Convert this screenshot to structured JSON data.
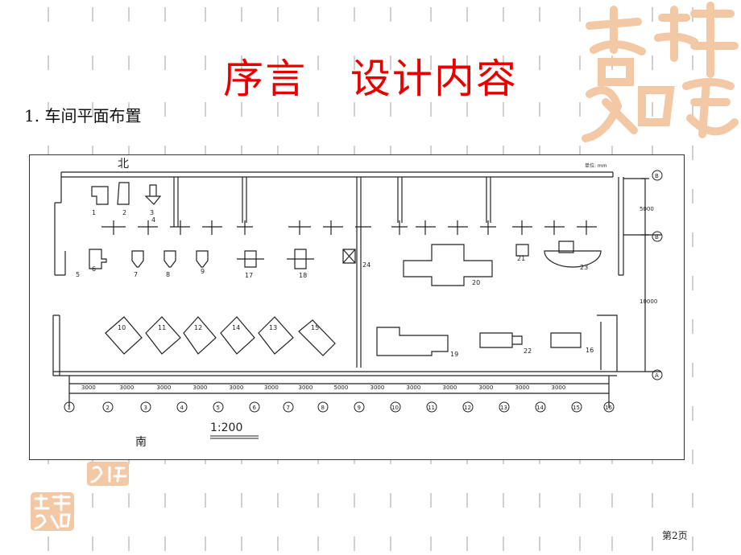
{
  "slide": {
    "title": "序言   设计内容",
    "subtitle": "1. 车间平面布置",
    "page_number": "第2页"
  },
  "colors": {
    "title": "#e60000",
    "seal": "#f2c9a4",
    "dash": "#d0d0d0"
  },
  "plan": {
    "north_label": "北",
    "south_label": "南",
    "scale": "1:200",
    "unit_note": "单位: mm",
    "bay_dims": [
      "3000",
      "3000",
      "3000",
      "3000",
      "3000",
      "3000",
      "3000",
      "5000",
      "3000",
      "3000",
      "3000",
      "3000",
      "3000",
      "3000"
    ],
    "axis_numbers": [
      "1",
      "2",
      "3",
      "4",
      "5",
      "6",
      "7",
      "8",
      "9",
      "10",
      "11",
      "12",
      "13",
      "14",
      "15",
      "16"
    ],
    "axis_letters": [
      "B",
      "B",
      "A"
    ],
    "right_dims": [
      "5000",
      "10000"
    ],
    "equipment_labels": [
      "1",
      "2",
      "3",
      "4",
      "5",
      "6",
      "7",
      "8",
      "9",
      "17",
      "18",
      "24",
      "20",
      "21",
      "23",
      "10",
      "11",
      "12",
      "14",
      "13",
      "15",
      "19",
      "22",
      "16"
    ]
  }
}
